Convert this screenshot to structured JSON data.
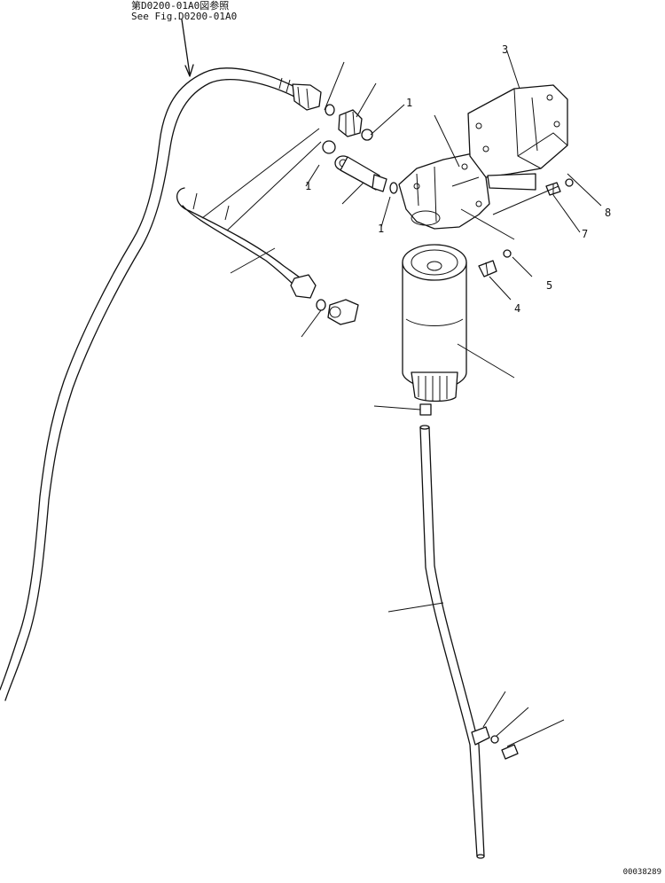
{
  "reference": {
    "line_jp": "第D0200-01A0図参照",
    "line_en": "See Fig.D0200-01A0"
  },
  "drawing_number": "00038289",
  "callouts": [
    {
      "key": "c_bracket_3",
      "text": "3"
    },
    {
      "key": "c_bracket_8",
      "text": "8"
    },
    {
      "key": "c_bracket_7",
      "text": "7"
    },
    {
      "key": "c_head_1",
      "text": "1"
    },
    {
      "key": "c_bolt_4",
      "text": "4"
    },
    {
      "key": "c_washer_5",
      "text": "5"
    },
    {
      "key": "c_oring_a",
      "text": "1"
    },
    {
      "key": "c_oring_b",
      "text": "1"
    }
  ]
}
